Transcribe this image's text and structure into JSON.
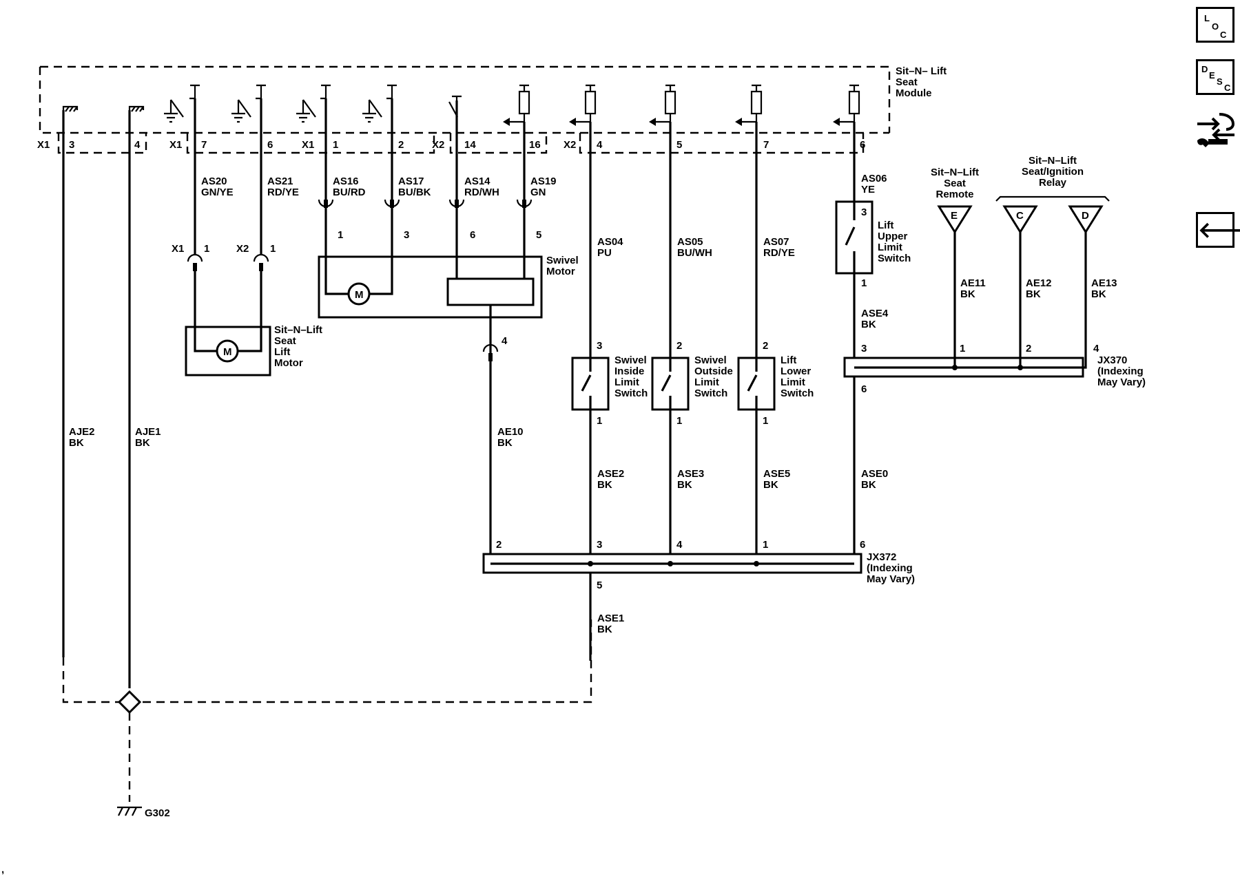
{
  "modules": {
    "seat_module": [
      "Sit–N– Lift",
      "Seat",
      "Module"
    ],
    "lift_motor": [
      "Sit–N–Lift",
      "Seat",
      "Lift",
      "Motor"
    ],
    "swivel_motor": [
      "Swivel",
      "Motor"
    ],
    "motor_symbol": "M",
    "seat_remote": [
      "Sit–N–Lift",
      "Seat",
      "Remote"
    ],
    "relay": [
      "Sit–N–Lift",
      "Seat/Ignition",
      "Relay"
    ],
    "jx370": [
      "JX370",
      "(Indexing",
      "May Vary)"
    ],
    "jx372": [
      "JX372",
      "(Indexing",
      "May Vary)"
    ],
    "ground": "G302"
  },
  "switches": {
    "lift_upper": [
      "Lift",
      "Upper",
      "Limit",
      "Switch"
    ],
    "swivel_inside": [
      "Swivel",
      "Inside",
      "Limit",
      "Switch"
    ],
    "swivel_outside": [
      "Swivel",
      "Outside",
      "Limit",
      "Switch"
    ],
    "lift_lower": [
      "Lift",
      "Lower",
      "Limit",
      "Switch"
    ]
  },
  "connectors": {
    "x1": "X1",
    "x2": "X2",
    "pins_top": [
      "3",
      "4",
      "7",
      "6",
      "1",
      "2",
      "14",
      "16",
      "4",
      "5",
      "7",
      "6"
    ],
    "lift_motor_x1": "X1",
    "lift_motor_x2": "X2",
    "lift_motor_pin1": "1",
    "lift_motor_pin2": "1",
    "swivel_pins": [
      "1",
      "3",
      "6",
      "5",
      "4"
    ],
    "lift_upper_pins": [
      "3",
      "1"
    ],
    "switch_top_pins": [
      "3",
      "2",
      "2"
    ],
    "switch_bottom_pins": [
      "1",
      "1",
      "1"
    ],
    "jx370_pins": [
      "3",
      "1",
      "2",
      "4",
      "6"
    ],
    "jx372_pins": [
      "2",
      "3",
      "4",
      "1",
      "6",
      "5"
    ],
    "relay_terminals": [
      "E",
      "C",
      "D"
    ]
  },
  "wires": {
    "as20": [
      "AS20",
      "GN/YE"
    ],
    "as21": [
      "AS21",
      "RD/YE"
    ],
    "as16": [
      "AS16",
      "BU/RD"
    ],
    "as17": [
      "AS17",
      "BU/BK"
    ],
    "as14": [
      "AS14",
      "RD/WH"
    ],
    "as19": [
      "AS19",
      "GN"
    ],
    "as04": [
      "AS04",
      "PU"
    ],
    "as05": [
      "AS05",
      "BU/WH"
    ],
    "as07": [
      "AS07",
      "RD/YE"
    ],
    "as06": [
      "AS06",
      "YE"
    ],
    "ase4": [
      "ASE4",
      "BK"
    ],
    "ae11": [
      "AE11",
      "BK"
    ],
    "ae12": [
      "AE12",
      "BK"
    ],
    "ae13": [
      "AE13",
      "BK"
    ],
    "aje2": [
      "AJE2",
      "BK"
    ],
    "aje1": [
      "AJE1",
      "BK"
    ],
    "ae10": [
      "AE10",
      "BK"
    ],
    "ase2": [
      "ASE2",
      "BK"
    ],
    "ase3": [
      "ASE3",
      "BK"
    ],
    "ase5": [
      "ASE5",
      "BK"
    ],
    "ase0": [
      "ASE0",
      "BK"
    ],
    "ase1": [
      "ASE1",
      "BK"
    ]
  },
  "nav": {
    "loc": [
      "L",
      "O",
      "C"
    ],
    "desc": [
      "D",
      "E",
      "S",
      "C"
    ],
    "arrow": "🡐"
  }
}
